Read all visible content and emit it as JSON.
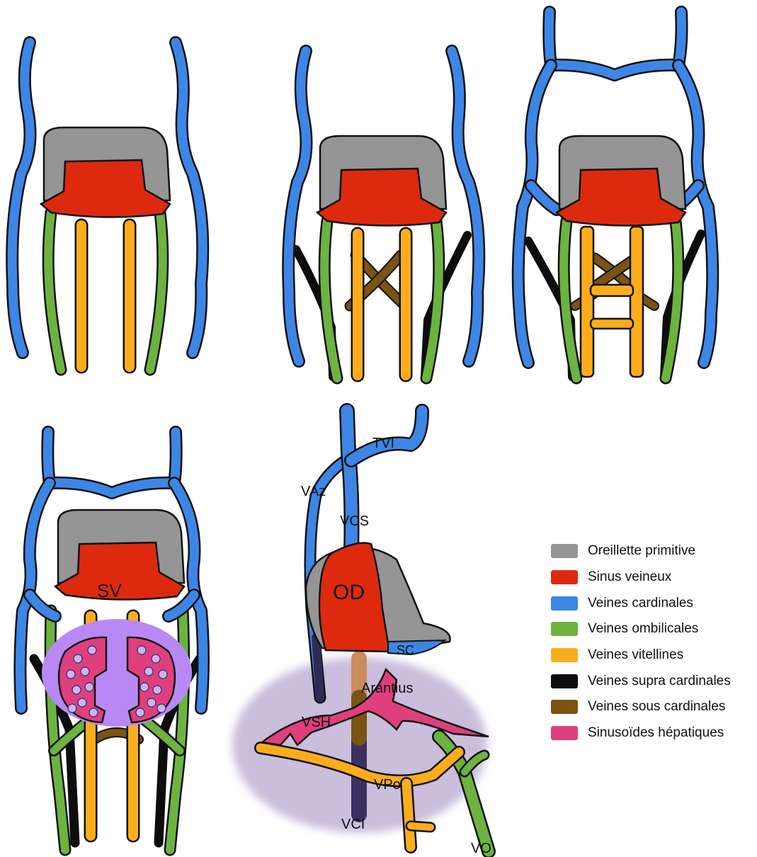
{
  "colors": {
    "oreillette": "#959595",
    "sinus": "#dd2a0e",
    "cardinales": "#3d86e6",
    "ombilicales": "#6db33f",
    "vitellines": "#fdad1b",
    "supra": "#0d0d0d",
    "sous": "#7a5410",
    "sinusoides": "#e03f7e",
    "liver_zone": "#c9bedb",
    "liver_oval": "#b889f5",
    "vci_dark": "#3a3162",
    "vci_upper": "#c98c5a",
    "sinusoid_dot": "#c8b6f4"
  },
  "labels": {
    "sv": "SV",
    "od": "OD",
    "tvi": "TVI",
    "vaz": "VAz",
    "vcs": "VCS",
    "sc": "SC",
    "arantius": "Arantius",
    "vsh": "VSH",
    "vpo": "VPo",
    "vci": "VCI",
    "vo": "VO"
  },
  "legend": [
    {
      "label": "Oreillette primitive",
      "color": "#959595",
      "icon": "swatch-gray"
    },
    {
      "label": "Sinus veineux",
      "color": "#dd2a0e",
      "icon": "swatch-red"
    },
    {
      "label": "Veines cardinales",
      "color": "#3d86e6",
      "icon": "swatch-blue"
    },
    {
      "label": "Veines ombilicales",
      "color": "#6db33f",
      "icon": "swatch-green"
    },
    {
      "label": "Veines vitellines",
      "color": "#fdad1b",
      "icon": "swatch-orange"
    },
    {
      "label": "Veines supra cardinales",
      "color": "#0d0d0d",
      "icon": "swatch-black"
    },
    {
      "label": "Veines sous cardinales",
      "color": "#7a5410",
      "icon": "swatch-brown"
    },
    {
      "label": "Sinusoïdes hépatiques",
      "color": "#e03f7e",
      "icon": "swatch-pink"
    }
  ]
}
